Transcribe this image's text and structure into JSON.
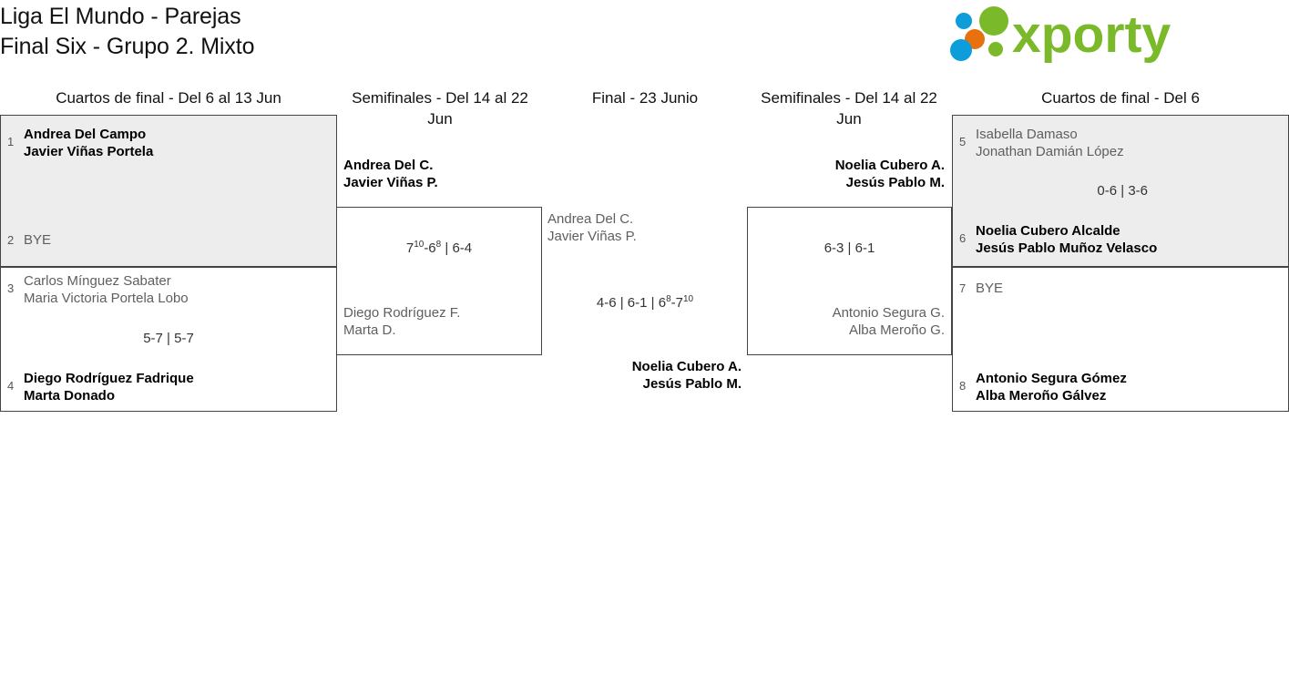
{
  "header": {
    "title_line1": "Liga El Mundo - Parejas",
    "title_line2": "Final Six - Grupo 2. Mixto",
    "logo_text": "xporty",
    "logo_colors": {
      "green": "#7ab929",
      "blue": "#0d9ddb",
      "orange": "#e8700f"
    }
  },
  "columns": {
    "qf_left": "Cuartos de final - Del 6 al 13 Jun",
    "sf_left": "Semifinales - Del 14 al 22 Jun",
    "final": "Final - 23 Junio",
    "sf_right": "Semifinales - Del 14 al 22 Jun",
    "qf_right": "Cuartos de final - Del 6"
  },
  "theme": {
    "shade": "#ededed",
    "border": "#444444",
    "winner_color": "#000000",
    "loser_color": "#5f5f5f"
  },
  "bracket": {
    "qf_left": [
      {
        "shaded": true,
        "top": {
          "seed": "1",
          "line1": "Andrea Del Campo",
          "line2": "Javier Viñas Portela",
          "winner": true
        },
        "bottom": {
          "seed": "2",
          "line1": "BYE",
          "line2": "",
          "winner": false
        },
        "score": ""
      },
      {
        "shaded": false,
        "top": {
          "seed": "3",
          "line1": "Carlos Mínguez Sabater",
          "line2": "Maria Victoria Portela Lobo",
          "winner": false
        },
        "bottom": {
          "seed": "4",
          "line1": "Diego Rodríguez Fadrique",
          "line2": "Marta Donado",
          "winner": true
        },
        "score": "5-7 | 5-7"
      }
    ],
    "sf_left": {
      "top": {
        "line1": "Andrea Del C.",
        "line2": "Javier Viñas P.",
        "winner": true
      },
      "bottom": {
        "line1": "Diego Rodríguez F.",
        "line2": "Marta D.",
        "winner": false
      },
      "score_pre": "7",
      "score_sup1": "10",
      "score_mid": "-6",
      "score_sup2": "8",
      "score_post": " | 6-4"
    },
    "final": {
      "top": {
        "line1": "Andrea Del C.",
        "line2": "Javier Viñas P.",
        "winner": false
      },
      "bottom": {
        "line1": "Noelia Cubero A.",
        "line2": "Jesús Pablo M.",
        "winner": true
      },
      "score_pre": "4-6 | 6-1 | 6",
      "score_sup1": "8",
      "score_mid": "-7",
      "score_sup2": "10",
      "score_post": ""
    },
    "sf_right": {
      "top": {
        "line1": "Noelia Cubero A.",
        "line2": "Jesús Pablo M.",
        "winner": true
      },
      "bottom": {
        "line1": "Antonio Segura G.",
        "line2": "Alba Meroño G.",
        "winner": false
      },
      "score": "6-3 | 6-1"
    },
    "qf_right": [
      {
        "shaded": true,
        "top": {
          "seed": "5",
          "line1": "Isabella Damaso",
          "line2": "Jonathan Damián López",
          "winner": false
        },
        "bottom": {
          "seed": "6",
          "line1": "Noelia Cubero Alcalde",
          "line2": "Jesús Pablo Muñoz Velasco",
          "winner": true
        },
        "score": "0-6 | 3-6"
      },
      {
        "shaded": false,
        "top": {
          "seed": "7",
          "line1": "BYE",
          "line2": "",
          "winner": false
        },
        "bottom": {
          "seed": "8",
          "line1": "Antonio Segura Gómez",
          "line2": "Alba Meroño Gálvez",
          "winner": true
        },
        "score": ""
      }
    ]
  }
}
